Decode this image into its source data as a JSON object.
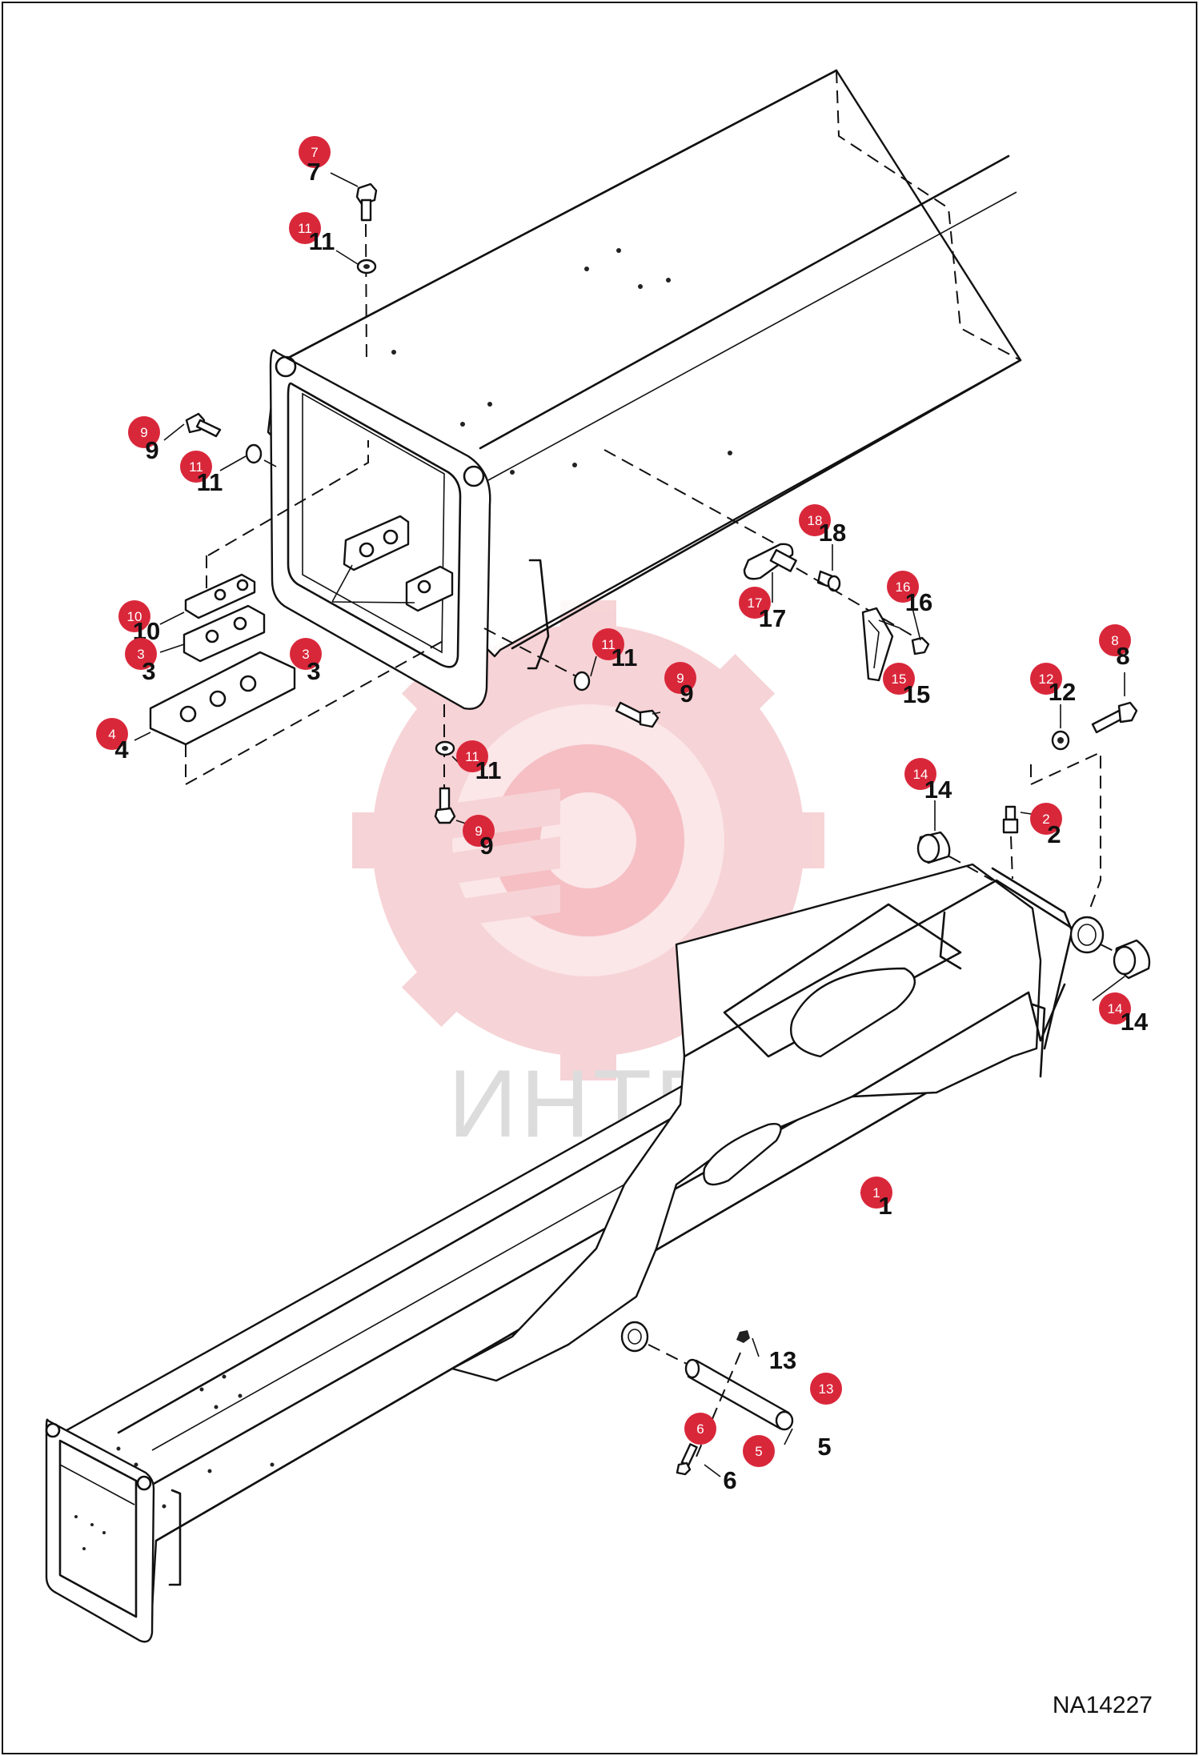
{
  "diagram": {
    "drawing_code": "NA14227",
    "watermark_text": "ИНТЕХ",
    "colors": {
      "callout": "#d9273a",
      "line": "#111111",
      "watermark": "#f4c9cc"
    },
    "callouts": [
      {
        "id": "c7",
        "num": "7",
        "label": "7"
      },
      {
        "id": "c11a",
        "num": "11",
        "label": "11"
      },
      {
        "id": "c9a",
        "num": "9",
        "label": "9"
      },
      {
        "id": "c11b",
        "num": "11",
        "label": "11"
      },
      {
        "id": "c10",
        "num": "10",
        "label": "10"
      },
      {
        "id": "c3a",
        "num": "3",
        "label": "3"
      },
      {
        "id": "c3b",
        "num": "3",
        "label": "3"
      },
      {
        "id": "c4",
        "num": "4",
        "label": "4"
      },
      {
        "id": "c11c",
        "num": "11",
        "label": "11"
      },
      {
        "id": "c9b",
        "num": "9",
        "label": "9"
      },
      {
        "id": "c11d",
        "num": "11",
        "label": "11"
      },
      {
        "id": "c9c",
        "num": "9",
        "label": "9"
      },
      {
        "id": "c18",
        "num": "18",
        "label": "18"
      },
      {
        "id": "c17",
        "num": "17",
        "label": "17"
      },
      {
        "id": "c16",
        "num": "16",
        "label": "16"
      },
      {
        "id": "c15",
        "num": "15",
        "label": "15"
      },
      {
        "id": "c8",
        "num": "8",
        "label": "8"
      },
      {
        "id": "c12",
        "num": "12",
        "label": "12"
      },
      {
        "id": "c14a",
        "num": "14",
        "label": "14"
      },
      {
        "id": "c2",
        "num": "2",
        "label": "2"
      },
      {
        "id": "c14b",
        "num": "14",
        "label": "14"
      },
      {
        "id": "c1",
        "num": "1",
        "label": "1"
      },
      {
        "id": "c13",
        "num": "13",
        "label": "13"
      },
      {
        "id": "c6",
        "num": "6",
        "label": "6"
      },
      {
        "id": "c5",
        "num": "5",
        "label": "5"
      }
    ]
  }
}
